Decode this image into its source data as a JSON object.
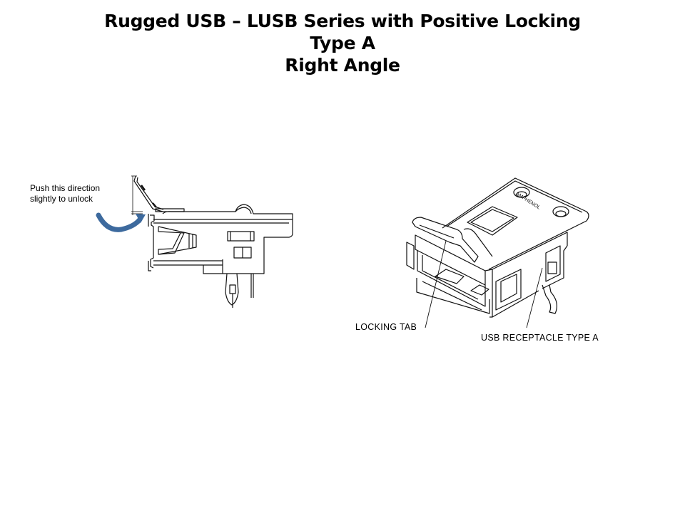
{
  "slide": {
    "title_lines": [
      "Rugged USB – LUSB Series with Positive Locking",
      "Type A",
      "Right Angle"
    ]
  },
  "side_view": {
    "note_lines": [
      "Push this direction",
      "slightly to unlock"
    ],
    "arrow_color": "#3d6a9e",
    "arrow_meaning": "curved-arrow-push-direction"
  },
  "iso_view": {
    "callouts": {
      "locking_tab": "LOCKING TAB",
      "usb_receptacle": "USB RECEPTACLE TYPE A"
    },
    "brand_marking": "AMPHENOL"
  }
}
